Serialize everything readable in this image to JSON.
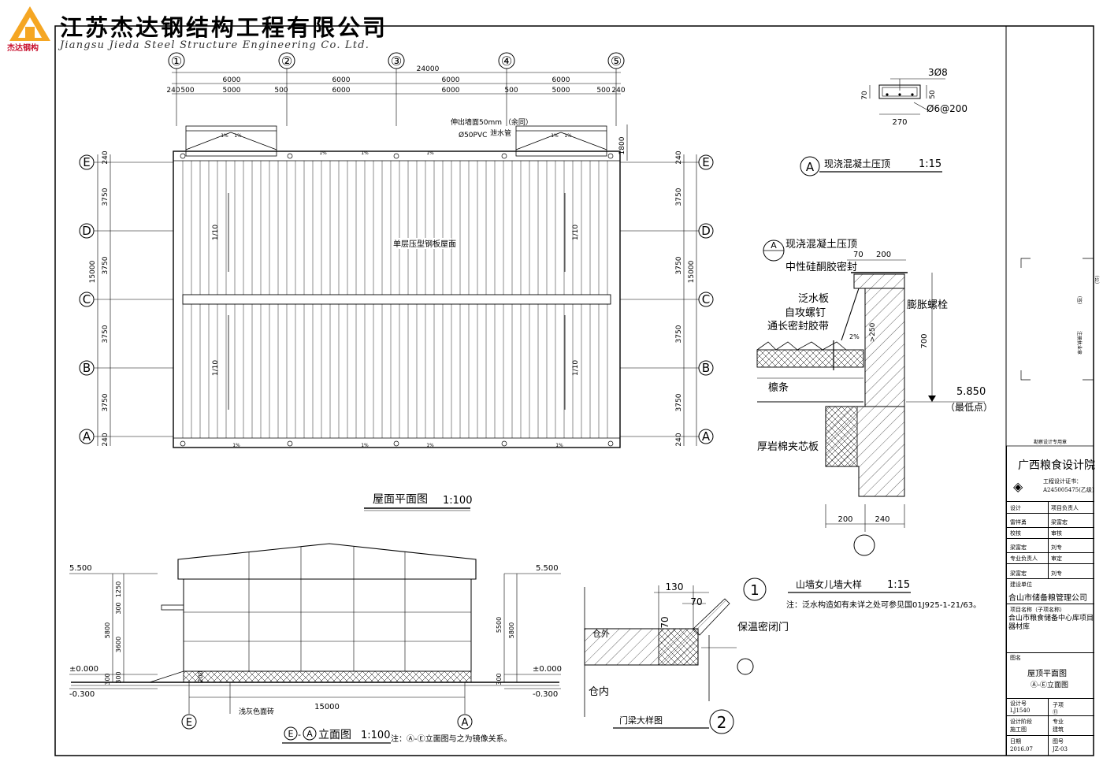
{
  "header": {
    "company_cn": "江苏杰达钢结构工程有限公司",
    "company_en": "Jiangsu Jieda Steel Structure Engineering Co. Ltd.",
    "logo_text": "杰达钢构",
    "logo_color": "#f5a623",
    "logo_text_color": "#c8102e"
  },
  "plan": {
    "grid_cols": [
      "①",
      "②",
      "③",
      "④",
      "⑤"
    ],
    "grid_rows": [
      "E",
      "D",
      "C",
      "B",
      "A"
    ],
    "total_width": "24000",
    "bay_dims": [
      "6000",
      "6000",
      "6000",
      "6000"
    ],
    "sub_dims": [
      "240",
      "500",
      "5000",
      "500",
      "6000",
      "6000",
      "500",
      "5000",
      "500",
      "240"
    ],
    "row_dims": [
      "240",
      "3750",
      "3750",
      "3750",
      "3750",
      "240"
    ],
    "total_depth": "15000",
    "roof_label": "单层压型钢板屋面",
    "slope_label": "1/10",
    "gutter_slope": "1%",
    "note_line1": "伸出墙面50mm （余同）",
    "note_pvc": "Ø50PVC",
    "note_pipe": "泄水管",
    "dim_1800": "1800",
    "title": "屋面平面图",
    "scale": "1:100"
  },
  "detail_a": {
    "rebar_top": "3Ø8",
    "stirrup": "Ø6@200",
    "dim_70": "70",
    "dim_50": "50",
    "dim_270": "270",
    "marker": "A",
    "title": "现浇混凝土压顶",
    "scale": "1:15"
  },
  "parapet": {
    "marker": "A",
    "ref_label": "现浇混凝土压顶",
    "sealant": "中性硅酮胶密封",
    "flashing": "泛水板",
    "screw": "自攻螺钉",
    "tape": "通长密封胶带",
    "purlin": "檩条",
    "panel": "厚岩棉夹芯板",
    "bolt": "膨胀螺栓",
    "dim_70": "70",
    "dim_200": "200",
    "dim_250": ">250",
    "dim_700": "700",
    "slope": "2%",
    "elev": "5.850",
    "elev_note": "（最低点）",
    "dim_bottom_200": "200",
    "dim_bottom_240": "240",
    "title": "山墙女儿墙大样",
    "scale": "1:15",
    "note": "注：泛水构造如有未详之处可参见国01J925-1-21/63。"
  },
  "elevation": {
    "elev_top_left": "5.500",
    "elev_zero_left": "±0.000",
    "elev_neg_left": "-0.300",
    "elev_top_right": "5.500",
    "elev_zero_right": "±0.000",
    "elev_neg_right": "-0.300",
    "dims_left": [
      "1250",
      "300",
      "3600",
      "300",
      "5800",
      "300"
    ],
    "dims_right": [
      "5500",
      "5800",
      "300"
    ],
    "dim_200": "200",
    "width": "15000",
    "brick_label": "浅灰色面砖",
    "marker_left": "E",
    "marker_right": "A",
    "title_left": "E",
    "title_right": "A",
    "title": "立面图",
    "scale": "1:100",
    "note": "注：Ⓐ-Ⓔ立面图与之为镜像关系。"
  },
  "door": {
    "dim_130": "130",
    "dim_70a": "70",
    "dim_70b": "70",
    "outside": "仓外",
    "inside": "仓内",
    "door_label": "保温密闭门",
    "marker1": "1",
    "title": "门梁大样图",
    "marker2": "2"
  },
  "stamp": {
    "label": "勘察设计专用章",
    "text_a": "注册执业章",
    "text_b": "（签）",
    "text_c": "（公）"
  },
  "title_block": {
    "institute": "广西粮食设计院",
    "cert_label": "工程设计证书：",
    "cert_no": "A245005475(乙级)",
    "design": "设计",
    "project_lead": "项目负责人",
    "name1": "雷祥勇",
    "name2": "梁富宏",
    "check": "校核",
    "review": "审核",
    "name3": "梁富宏",
    "name4": "刘专",
    "prof_lead": "专业负责人",
    "approve": "审定",
    "name5": "梁富宏",
    "name6": "刘专",
    "client_label": "建设单位",
    "client": "合山市储备粮管理公司",
    "project_label": "项目名称（子项名称）",
    "project": "合山市粮食储备中心库项目器材库",
    "drawing_label": "图名",
    "drawing_name": "屋顶平面图",
    "drawing_name2": "Ⓐ-Ⓔ立面图",
    "design_no_label": "设计号",
    "design_no": "LJ1540",
    "sub_label": "子项",
    "sub": "⑪",
    "stage_label": "设计阶段",
    "stage": "施工图",
    "prof_label": "专业",
    "prof": "建筑",
    "date_label": "日期",
    "date": "2016.07",
    "sheet_label": "图号",
    "sheet": "JZ-03"
  }
}
